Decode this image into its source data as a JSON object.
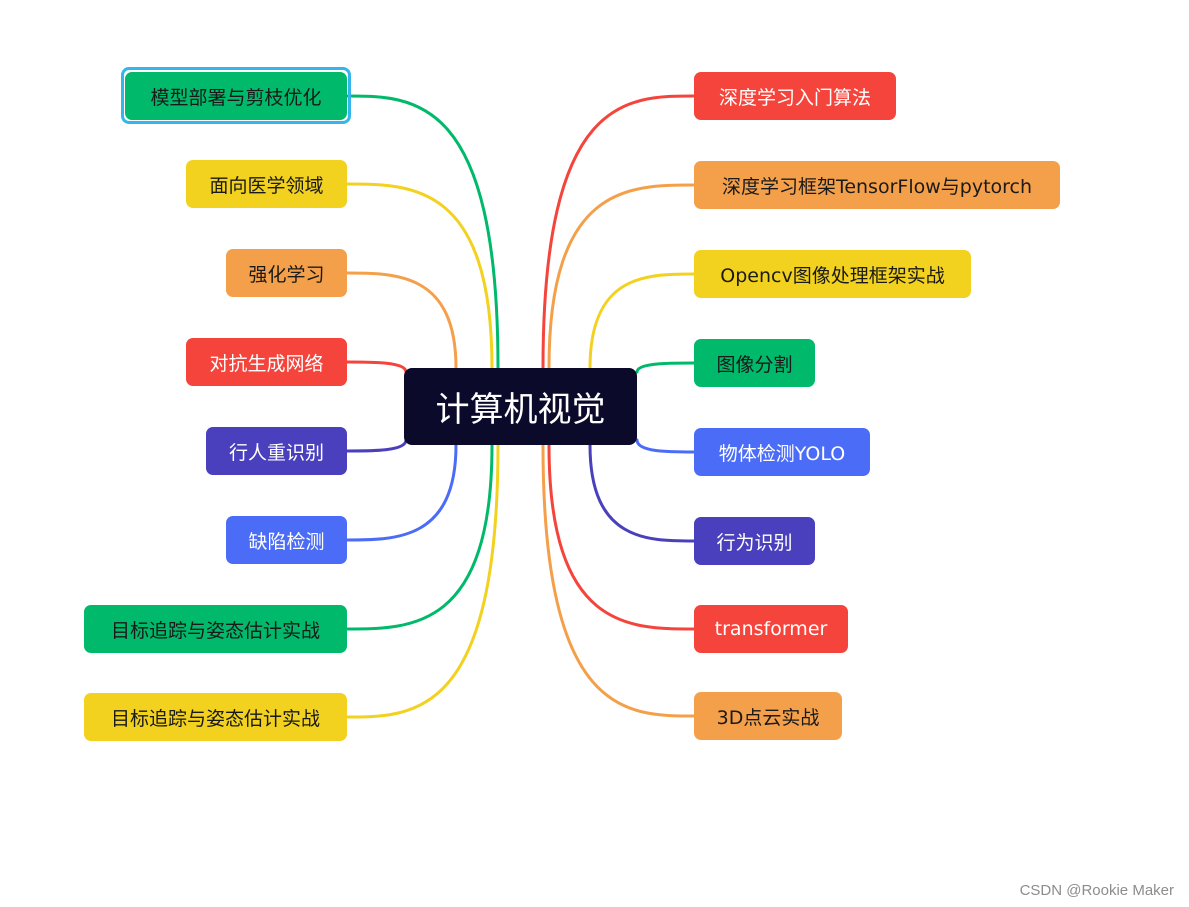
{
  "diagram": {
    "center": {
      "label": "计算机视觉",
      "color": "#0b0a2b",
      "text_color": "#ffffff"
    },
    "left_branches": [
      {
        "label": "模型部署与剪枝优化",
        "color": "#00b96b",
        "text_color": "#1a1a1a",
        "selected": true
      },
      {
        "label": "面向医学领域",
        "color": "#f2d21f",
        "text_color": "#1a1a1a"
      },
      {
        "label": "强化学习",
        "color": "#f4a04a",
        "text_color": "#1a1a1a"
      },
      {
        "label": "对抗生成网络",
        "color": "#f5443b",
        "text_color": "#ffffff"
      },
      {
        "label": "行人重识别",
        "color": "#4a3fbd",
        "text_color": "#ffffff"
      },
      {
        "label": "缺陷检测",
        "color": "#4b6cf7",
        "text_color": "#ffffff"
      },
      {
        "label": "目标追踪与姿态估计实战",
        "color": "#00b96b",
        "text_color": "#1a1a1a"
      },
      {
        "label": "目标追踪与姿态估计实战",
        "color": "#f2d21f",
        "text_color": "#1a1a1a"
      }
    ],
    "right_branches": [
      {
        "label": "深度学习入门算法",
        "color": "#f5443b",
        "text_color": "#ffffff"
      },
      {
        "label": "深度学习框架TensorFlow与pytorch",
        "color": "#f4a04a",
        "text_color": "#1a1a1a"
      },
      {
        "label": "Opencv图像处理框架实战",
        "color": "#f2d21f",
        "text_color": "#1a1a1a"
      },
      {
        "label": "图像分割",
        "color": "#00b96b",
        "text_color": "#1a1a1a"
      },
      {
        "label": "物体检测YOLO",
        "color": "#4b6cf7",
        "text_color": "#ffffff"
      },
      {
        "label": "行为识别",
        "color": "#4a3fbd",
        "text_color": "#ffffff"
      },
      {
        "label": "transformer",
        "color": "#f5443b",
        "text_color": "#ffffff"
      },
      {
        "label": "3D点云实战",
        "color": "#f4a04a",
        "text_color": "#1a1a1a"
      }
    ],
    "selection_color": "#35b6ea"
  },
  "watermark": "CSDN @Rookie Maker"
}
